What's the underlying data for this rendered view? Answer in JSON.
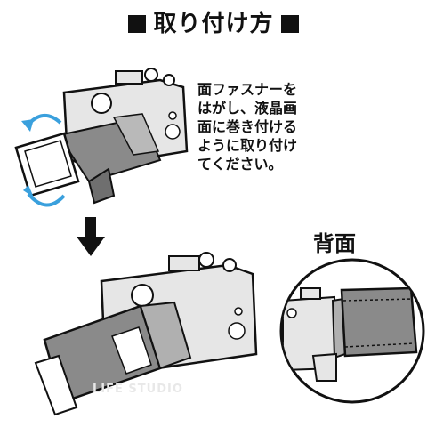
{
  "title": "取り付け方",
  "instruction": "面ファスナーを\nはがし、液晶画\n面に巻き付ける\nように取り付け\nてください。",
  "back_label": "背面",
  "watermark": "LIFE STUDIO",
  "colors": {
    "accent": "#3aa0dd",
    "ink": "#111111",
    "cover": "#8a8a8a",
    "body": "#e6e6e6"
  }
}
